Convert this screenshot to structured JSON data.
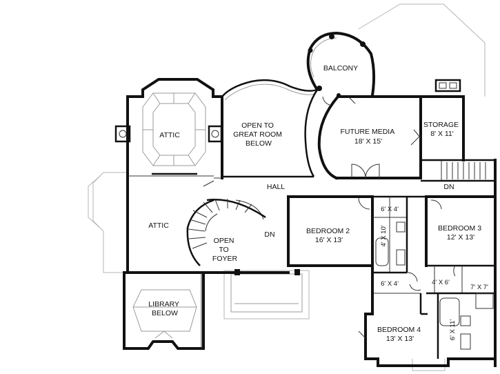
{
  "rooms": {
    "balcony": [
      "BALCONY"
    ],
    "attic_top": [
      "ATTIC"
    ],
    "open_great": [
      "OPEN TO",
      "GREAT ROOM",
      "BELOW"
    ],
    "future_media": [
      "FUTURE MEDIA",
      "18' X 15'"
    ],
    "storage": [
      "STORAGE",
      "8' X 11'"
    ],
    "hall": [
      "HALL"
    ],
    "dn_stair": [
      "DN"
    ],
    "dn_right": [
      "DN"
    ],
    "attic_left": [
      "ATTIC"
    ],
    "open_foyer": [
      "OPEN",
      "TO",
      "FOYER"
    ],
    "bedroom2": [
      "BEDROOM 2",
      "16' X 13'"
    ],
    "closet_a": [
      "6' X 4'"
    ],
    "bath_a": [
      "4' X 10'"
    ],
    "closet_b": [
      "6' X 4'"
    ],
    "bedroom3": [
      "BEDROOM 3",
      "12' X 13'"
    ],
    "closet_c": [
      "4' X 6'"
    ],
    "closet_d": [
      "7' X 7'"
    ],
    "library": [
      "LIBRARY",
      "BELOW"
    ],
    "bedroom4": [
      "BEDROOM 4",
      "13' X 13'"
    ],
    "bath_b": [
      "6' X 11'"
    ]
  }
}
